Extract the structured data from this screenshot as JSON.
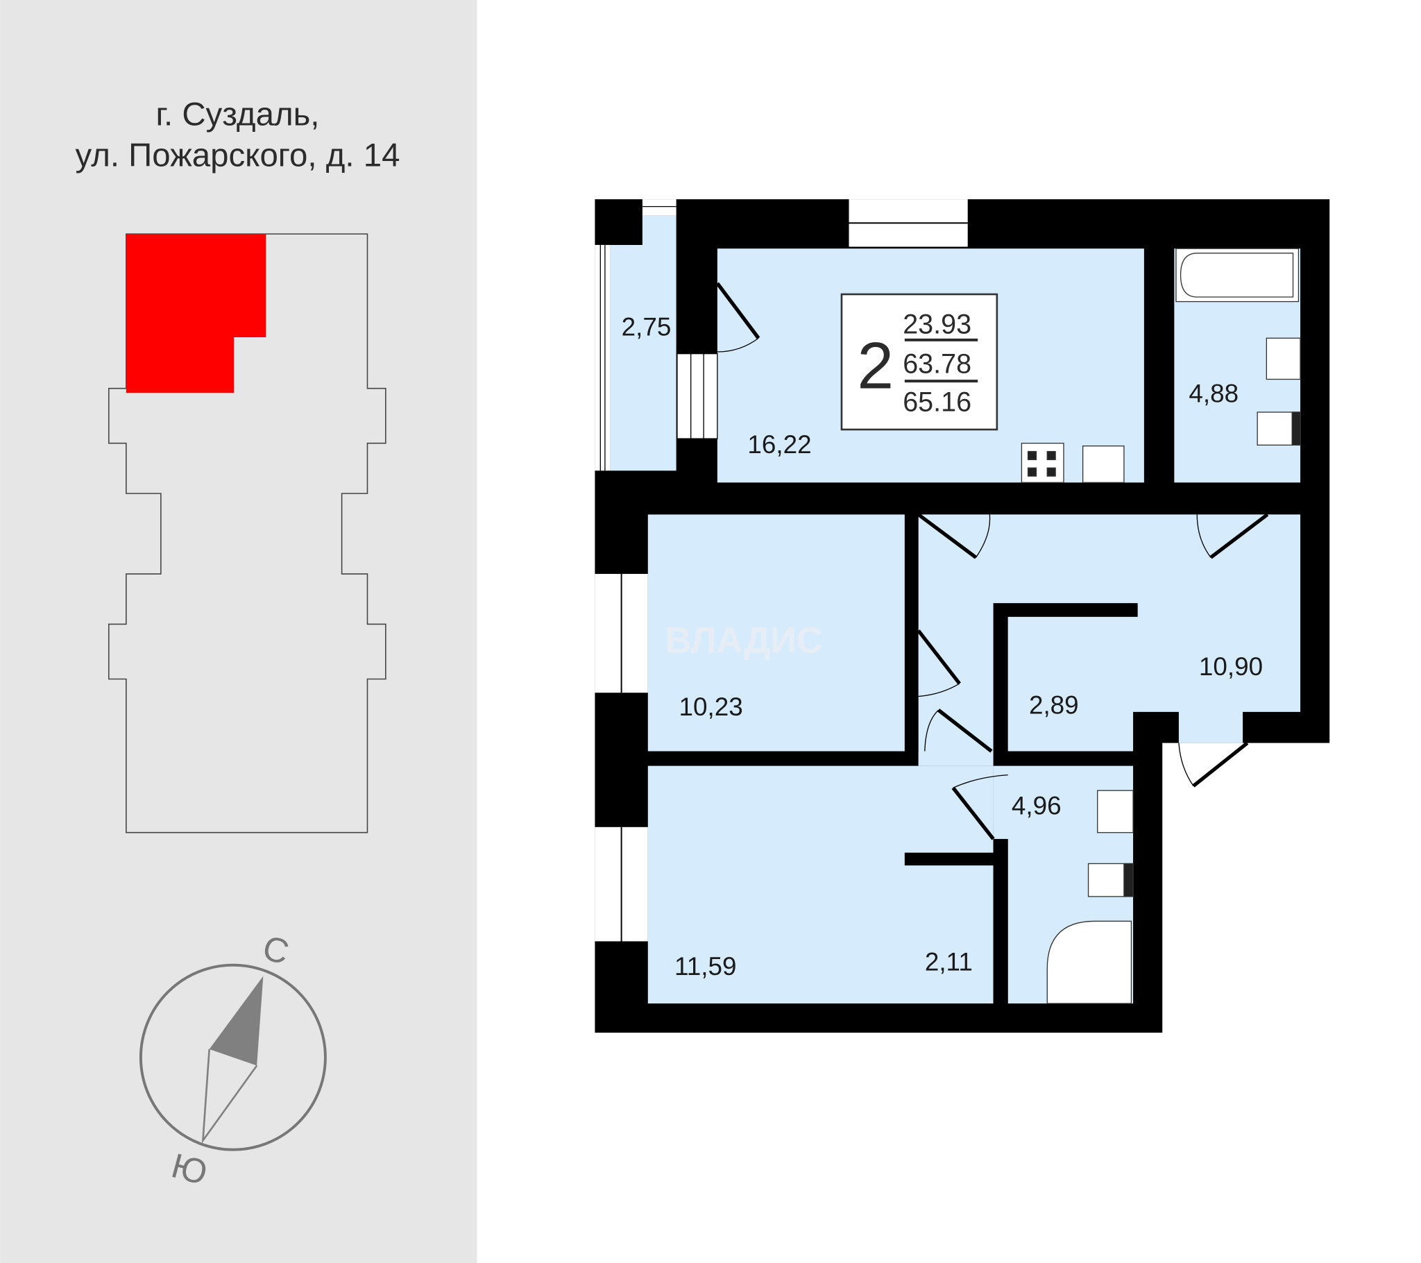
{
  "address": {
    "line1": "г. Суздаль,",
    "line2": "ул. Пожарского, д. 14"
  },
  "compass": {
    "north": "С",
    "south": "Ю"
  },
  "apartment": {
    "rooms": "2",
    "living_area": "23.93",
    "total_area": "63.78",
    "total_with_balcony": "65.16"
  },
  "watermark": "ВЛАДИС",
  "rooms": [
    {
      "name": "balcony",
      "area": "2,75"
    },
    {
      "name": "kitchen-living",
      "area": "16,22"
    },
    {
      "name": "bathroom-1",
      "area": "4,88"
    },
    {
      "name": "bedroom-1",
      "area": "10,23"
    },
    {
      "name": "closet",
      "area": "2,89"
    },
    {
      "name": "hallway",
      "area": "10,90"
    },
    {
      "name": "bathroom-2",
      "area": "4,96"
    },
    {
      "name": "bedroom-2",
      "area": "11,59"
    },
    {
      "name": "wardrobe",
      "area": "2,11"
    }
  ],
  "colors": {
    "panel": "#e6e6e6",
    "highlight": "#ff0000",
    "room": "#d6ecfd",
    "wall": "#000000"
  }
}
